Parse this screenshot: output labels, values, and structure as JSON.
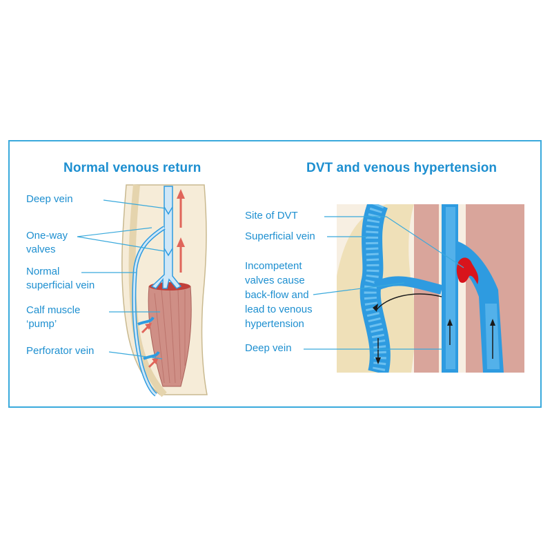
{
  "left_panel": {
    "title": "Normal venous return",
    "labels": {
      "deep_vein": "Deep vein",
      "one_way_valves": "One-way\nvalves",
      "normal_superficial_vein": "Normal\nsuperficial vein",
      "calf_muscle_pump": "Calf muscle\n‘pump’",
      "perforator_vein": "Perforator vein"
    }
  },
  "right_panel": {
    "title": "DVT and venous hypertension",
    "labels": {
      "site_of_dvt": "Site of DVT",
      "superficial_vein": "Superficial vein",
      "incompetent_valves": "Incompetent\nvalves cause\nback-flow and\nlead to venous\nhypertension",
      "deep_vein": "Deep vein"
    }
  },
  "colors": {
    "accent": "#1d8fd0",
    "border": "#39a9dc",
    "vein_blue": "#2e9be0",
    "skin": "#f2e6c9",
    "muscle": "#d8a59a",
    "clot_red": "#d8141c"
  }
}
